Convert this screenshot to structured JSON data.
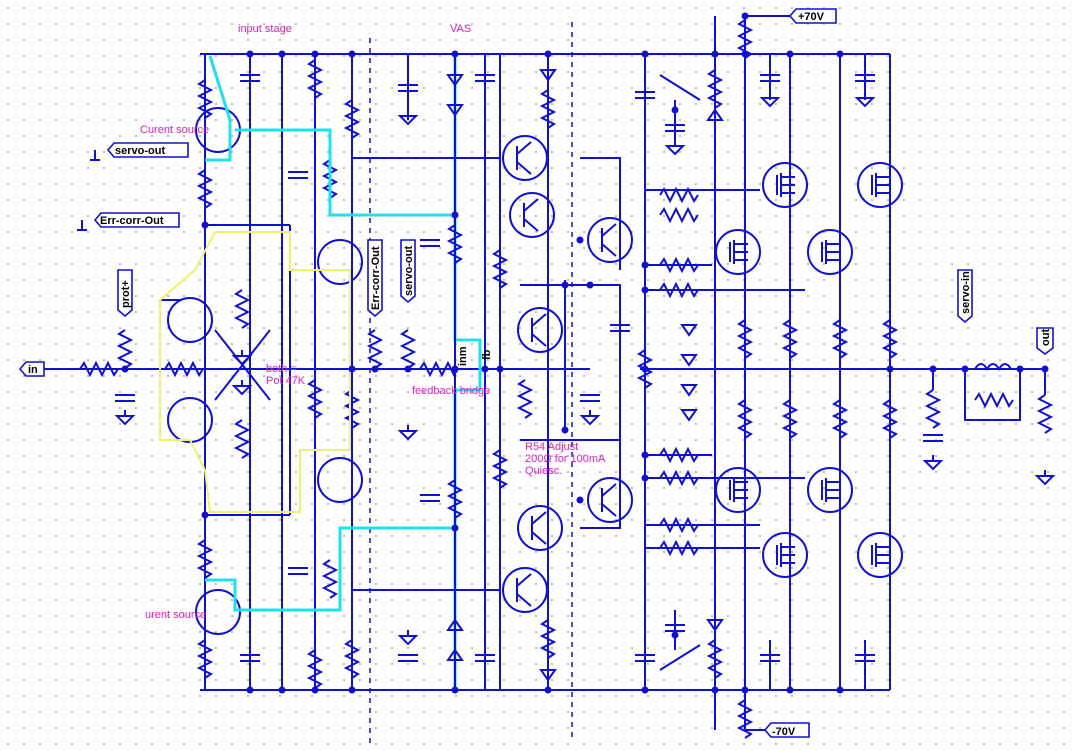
{
  "sections": {
    "input_stage": "input stage",
    "vas": "VAS"
  },
  "annotations": {
    "current_source_top": "Curent source",
    "current_source_bottom": "urent source",
    "pot_note_line1": "both =",
    "pot_note_line2": "Pot 47K",
    "feedback_bridge": "feedback bridge",
    "r54_line1": "R54 Adjust",
    "r54_line2": "200Ω for 100mA",
    "r54_line3": "Quiesc."
  },
  "net_labels": {
    "in": "in",
    "out": "out",
    "plus70": "+70V",
    "minus70": "-70V",
    "servo_out_left": "servo-out",
    "err_corr_out_left": "Err-corr-Out",
    "prot_plus": "prot+",
    "err_corr_out_vertical": "Err-corr-Out",
    "servo_out_vertical": "servo-out",
    "servo_in": "servo-in",
    "inm": "inm",
    "fb": "fb"
  },
  "colors": {
    "wire": "#1010d0",
    "highlight_cyan": "#1fe0f0",
    "highlight_yellow": "#f0f070",
    "annotation": "#e020c0"
  }
}
